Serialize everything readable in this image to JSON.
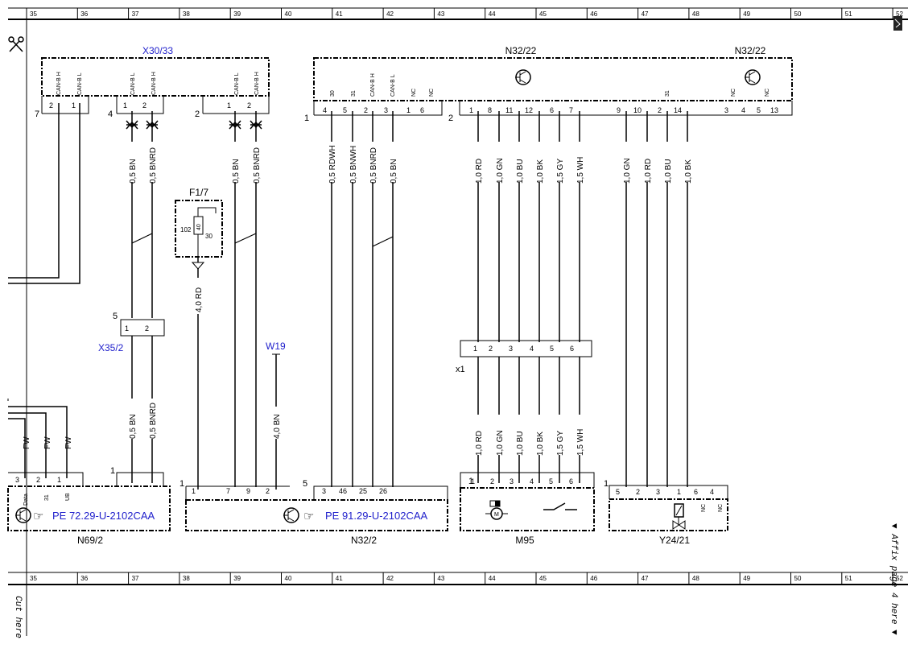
{
  "ruler": {
    "columns": [
      "35",
      "36",
      "37",
      "38",
      "39",
      "40",
      "41",
      "42",
      "43",
      "44",
      "45",
      "46",
      "47",
      "48",
      "49",
      "50",
      "51",
      "52"
    ]
  },
  "components": {
    "x30_33": {
      "name": "X30/33",
      "connectors": [
        "7",
        "4",
        "2"
      ],
      "pins": [
        {
          "num": "2",
          "label": "CAN-B H"
        },
        {
          "num": "1",
          "label": "CAN-B L"
        },
        {
          "num": "1",
          "label": "CAN-B L"
        },
        {
          "num": "2",
          "label": "CAN-B H"
        },
        {
          "num": "1",
          "label": "CAN-B L"
        },
        {
          "num": "2",
          "label": "CAN-B H"
        }
      ]
    },
    "n32_22_a": {
      "name": "N32/22",
      "connectors": [
        "1",
        "2"
      ],
      "pins1": [
        {
          "num": "4",
          "label": "30"
        },
        {
          "num": "5",
          "label": "31"
        },
        {
          "num": "2",
          "label": "CAN-B H"
        },
        {
          "num": "3",
          "label": "CAN-B L"
        },
        {
          "num": "1",
          "label": "NC"
        },
        {
          "num": "6",
          "label": "NC"
        }
      ],
      "pins2": [
        "1",
        "8",
        "11",
        "12",
        "6",
        "7"
      ]
    },
    "n32_22_b": {
      "name": "N32/22",
      "pins": [
        {
          "num": "9",
          "label": ""
        },
        {
          "num": "10",
          "label": ""
        },
        {
          "num": "2",
          "label": "31"
        },
        {
          "num": "14",
          "label": ""
        },
        {
          "num": "3",
          "label": ""
        },
        {
          "num": "4",
          "label": "NC"
        },
        {
          "num": "5",
          "label": "NC"
        },
        {
          "num": "13",
          "label": ""
        }
      ]
    },
    "f1_7": {
      "name": "F1/7",
      "fuse_value": "40",
      "pin_left": "102",
      "pin_right": "30"
    },
    "x35_2": {
      "name": "X35/2",
      "connector": "5",
      "pins": [
        "1",
        "2"
      ]
    },
    "w19": {
      "name": "W19"
    },
    "x1": {
      "name": "x1",
      "pins": [
        "1",
        "2",
        "3",
        "4",
        "5",
        "6"
      ]
    },
    "n69_2": {
      "name": "N69/2",
      "connector": "1",
      "ref": "PE 72.29-U-2102CAA",
      "pins": [
        {
          "num": "3",
          "label": "Data"
        },
        {
          "num": "2",
          "label": "31"
        },
        {
          "num": "1",
          "label": "UB"
        }
      ]
    },
    "n32_2": {
      "name": "N32/2",
      "connector_a": "1",
      "connector_b": "5",
      "ref": "PE 91.29-U-2102CAA",
      "pins_a": [
        "1",
        "7",
        "9",
        "2"
      ],
      "pins_b": [
        "3",
        "46",
        "25",
        "26"
      ]
    },
    "m95": {
      "name": "M95",
      "connector": "1",
      "pins": [
        "1",
        "2",
        "3",
        "4",
        "5",
        "6"
      ]
    },
    "y24_21": {
      "name": "Y24/21",
      "connector": "1",
      "pins": [
        {
          "num": "5",
          "label": ""
        },
        {
          "num": "2",
          "label": ""
        },
        {
          "num": "3",
          "label": ""
        },
        {
          "num": "1",
          "label": ""
        },
        {
          "num": "6",
          "label": "NC"
        },
        {
          "num": "4",
          "label": "NC"
        }
      ]
    }
  },
  "wires": {
    "top": [
      "0,5 BN",
      "0,5 BNRD",
      "0,5 BN",
      "0,5 BNRD",
      "0,5 RDWH",
      "0,5 BNWH",
      "0,5 BNRD",
      "0,5 BN",
      "1,0 RD",
      "1,0 GN",
      "1,0 BU",
      "1,0 BK",
      "1,5 GY",
      "1,5 WH",
      "1,0 GN",
      "1,0 RD",
      "1,0 BU",
      "1,0 BK"
    ],
    "fuse_out": "4,0 RD",
    "mid": [
      "0,5 BN",
      "0,5 BNRD",
      "4,0 BN"
    ],
    "bottom": [
      "1,0 RD",
      "1,0 GN",
      "1,0 BU",
      "1,0 BK",
      "1,5 GY",
      "1,5 WH"
    ],
    "fw": [
      "FW",
      "FW",
      "FW"
    ]
  },
  "margin": {
    "affix_note": "▼ Affix page 4 here ▼",
    "cut_note": "Cut here"
  }
}
